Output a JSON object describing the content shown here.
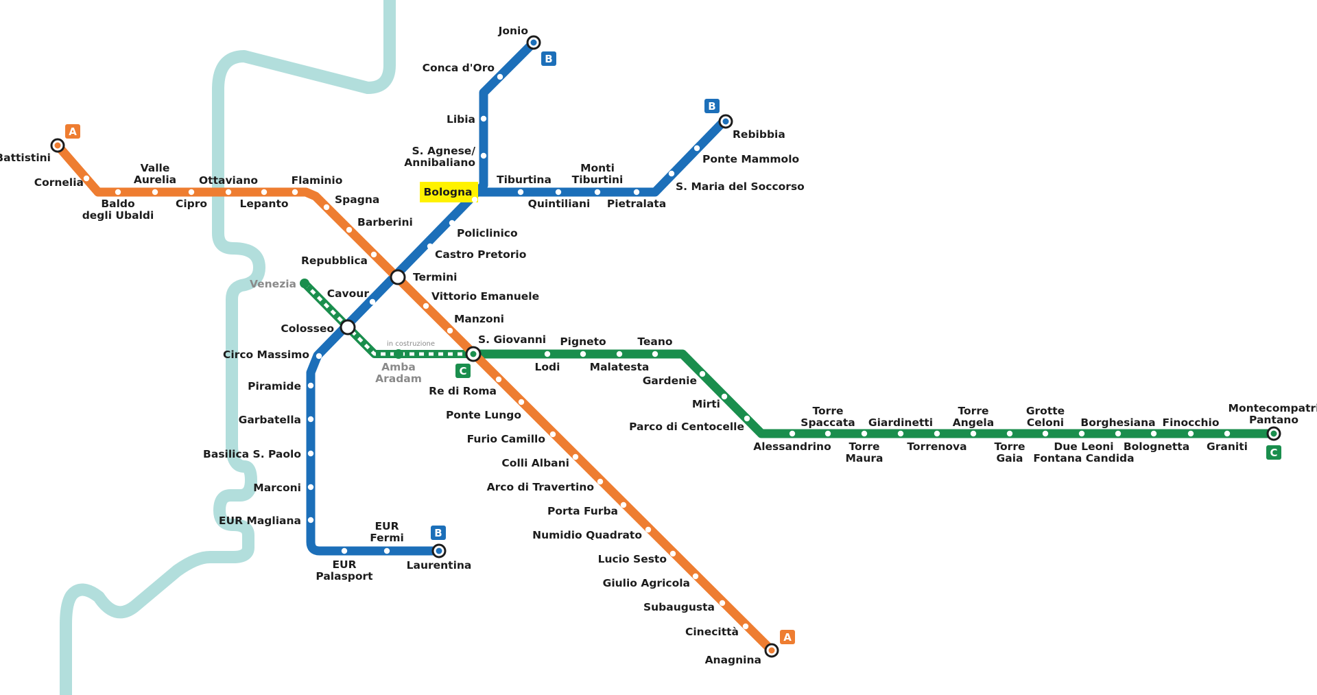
{
  "colors": {
    "line_a": "#EE7D31",
    "line_b": "#1C6FB9",
    "line_c": "#1A8E4D",
    "river": "#B2DEDC",
    "highlight": "#FFF200"
  },
  "lines": {
    "a": {
      "badge": "A"
    },
    "b": {
      "badge": "B"
    },
    "c": {
      "badge": "C"
    }
  },
  "construction_note": "in costruzione",
  "highlighted_station": "Bologna",
  "stations": {
    "battistini": "Battistini",
    "cornelia": "Cornelia",
    "baldo1": "Baldo",
    "baldo2": "degli Ubaldi",
    "valle1": "Valle",
    "valle2": "Aurelia",
    "cipro": "Cipro",
    "ottaviano": "Ottaviano",
    "lepanto": "Lepanto",
    "flaminio": "Flaminio",
    "spagna": "Spagna",
    "barberini": "Barberini",
    "repubblica": "Repubblica",
    "termini": "Termini",
    "vittorio": "Vittorio Emanuele",
    "manzoni": "Manzoni",
    "sgiovanni": "S. Giovanni",
    "rediroma": "Re di Roma",
    "pontelungo": "Ponte Lungo",
    "furio": "Furio Camillo",
    "colli": "Colli Albani",
    "arco": "Arco di Travertino",
    "porta": "Porta Furba",
    "numidio": "Numidio Quadrato",
    "lucio": "Lucio Sesto",
    "giulio": "Giulio Agricola",
    "subaugusta": "Subaugusta",
    "cinecitta": "Cinecittà",
    "anagnina": "Anagnina",
    "jonio": "Jonio",
    "conca": "Conca d'Oro",
    "libia": "Libia",
    "sagnese1": "S. Agnese/",
    "sagnese2": "Annibaliano",
    "bologna": "Bologna",
    "policlinico": "Policlinico",
    "castro": "Castro Pretorio",
    "cavour": "Cavour",
    "colosseo": "Colosseo",
    "circo": "Circo Massimo",
    "piramide": "Piramide",
    "garbatella": "Garbatella",
    "basilica": "Basilica S. Paolo",
    "marconi": "Marconi",
    "eurmagliana": "EUR Magliana",
    "eurpala1": "EUR",
    "eurpala2": "Palasport",
    "eurfermi1": "EUR",
    "eurfermi2": "Fermi",
    "laurentina": "Laurentina",
    "tiburtina": "Tiburtina",
    "quintiliani": "Quintiliani",
    "monti1": "Monti",
    "monti2": "Tiburtini",
    "pietralata": "Pietralata",
    "smaria": "S. Maria del Soccorso",
    "pontemammolo": "Ponte Mammolo",
    "rebibbia": "Rebibbia",
    "venezia": "Venezia",
    "amba1": "Amba",
    "amba2": "Aradam",
    "lodi": "Lodi",
    "pigneto": "Pigneto",
    "malatesta": "Malatesta",
    "teano": "Teano",
    "gardenie": "Gardenie",
    "mirti": "Mirti",
    "parco": "Parco di Centocelle",
    "alessandrino": "Alessandrino",
    "torrespaccata1": "Torre",
    "torrespaccata2": "Spaccata",
    "torremaura1": "Torre",
    "torremaura2": "Maura",
    "giardinetti": "Giardinetti",
    "torrenova": "Torrenova",
    "torreangela1": "Torre",
    "torreangela2": "Angela",
    "torregaia1": "Torre",
    "torregaia2": "Gaia",
    "grotte1": "Grotte",
    "grotte2": "Celoni",
    "dueleoni1": "Due Leoni",
    "dueleoni2": "Fontana Candida",
    "borghesiana": "Borghesiana",
    "bolognetta": "Bolognetta",
    "finocchio": "Finocchio",
    "graniti": "Graniti",
    "montecompatri1": "Montecompatri",
    "montecompatri2": "Pantano"
  }
}
